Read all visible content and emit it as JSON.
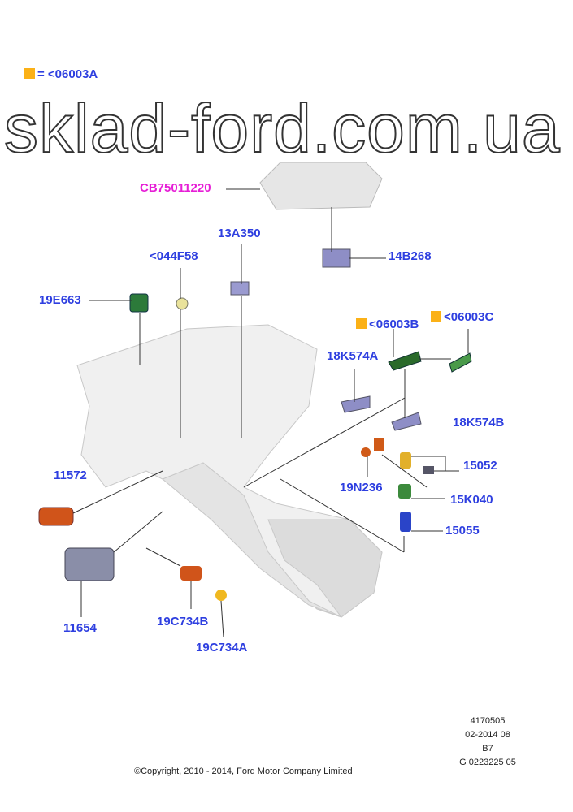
{
  "legend": {
    "symbol_color": "#fbb117",
    "text": "= <06003A"
  },
  "callouts": {
    "cb75011220": "CB75011220",
    "p13a350": "13A350",
    "p14b268": "14B268",
    "p044f58": "<044F58",
    "p19e663": "19E663",
    "p06003b": "<06003B",
    "p06003c": "<06003C",
    "p18k574a": "18K574A",
    "p18k574b": "18K574B",
    "p15052": "15052",
    "p19n236": "19N236",
    "p15k040": "15K040",
    "p15055": "15055",
    "p11572": "11572",
    "p11654": "11654",
    "p19c734b": "19C734B",
    "p19c734a": "19C734A"
  },
  "meta": {
    "line1": "4170505",
    "line2": "02-2014 08",
    "line3": "B7",
    "line4": "G 0223225 05"
  },
  "copyright": "©Copyright, 2010 - 2014, Ford Motor Company Limited",
  "watermark": "sklad-ford.com.ua",
  "colors": {
    "label_blue": "#2e3fe0",
    "label_magenta": "#e61ed6"
  }
}
